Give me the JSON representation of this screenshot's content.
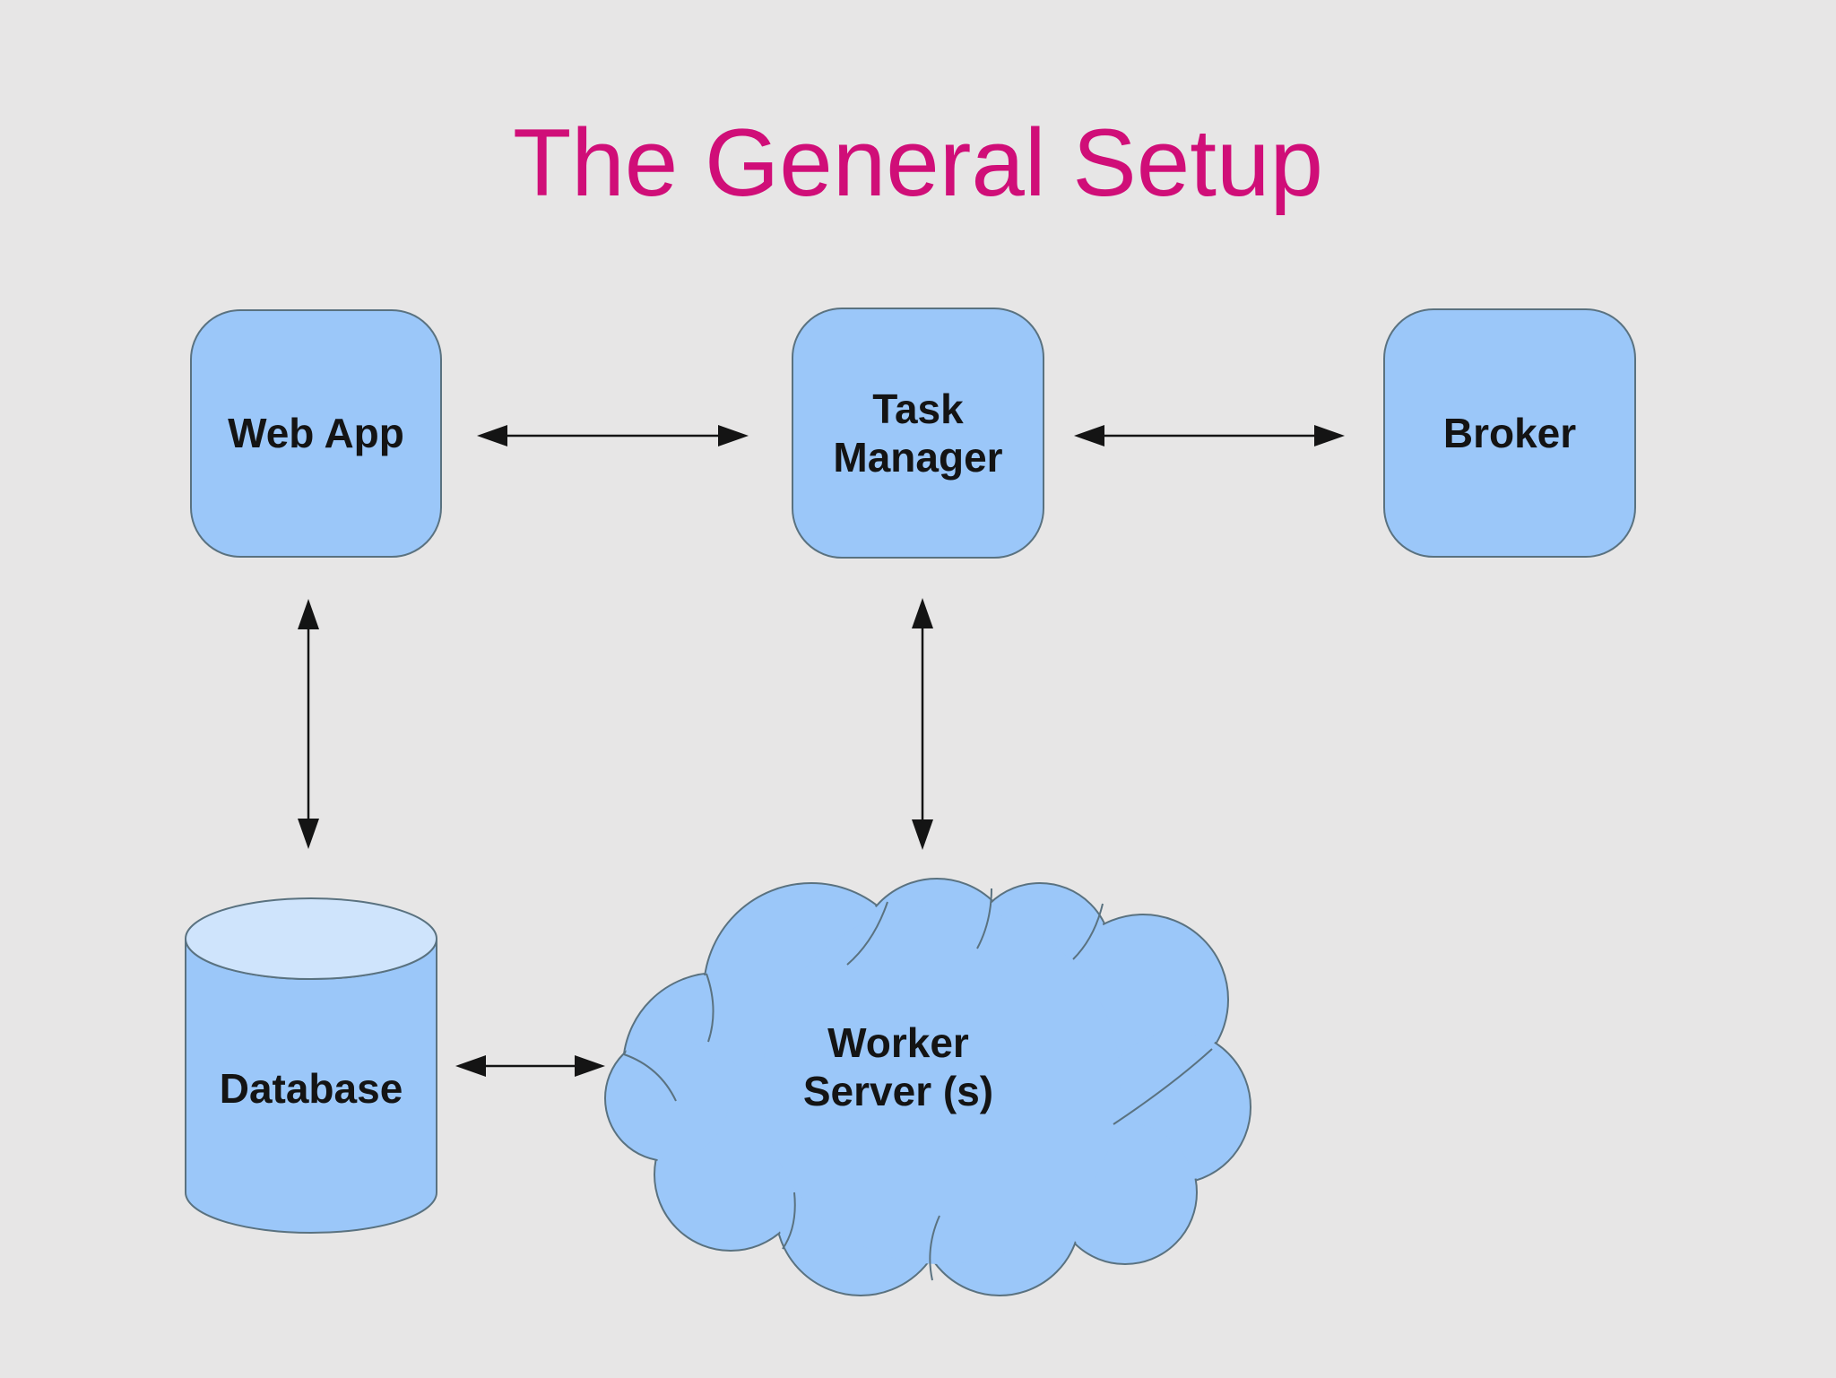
{
  "title": {
    "text": "The General Setup"
  },
  "nodes": [
    {
      "id": "web-app",
      "label": "Web App",
      "shape": "rounded-rect"
    },
    {
      "id": "task-manager",
      "label": "Task Manager",
      "shape": "rounded-rect"
    },
    {
      "id": "broker",
      "label": "Broker",
      "shape": "rounded-rect"
    },
    {
      "id": "database",
      "label": "Database",
      "shape": "cylinder"
    },
    {
      "id": "worker-servers",
      "label": "Worker Server (s)",
      "shape": "cloud"
    }
  ],
  "edges": [
    {
      "from": "web-app",
      "to": "task-manager",
      "direction": "bidirectional",
      "orientation": "horizontal"
    },
    {
      "from": "task-manager",
      "to": "broker",
      "direction": "bidirectional",
      "orientation": "horizontal"
    },
    {
      "from": "web-app",
      "to": "database",
      "direction": "bidirectional",
      "orientation": "vertical"
    },
    {
      "from": "task-manager",
      "to": "worker-servers",
      "direction": "bidirectional",
      "orientation": "vertical"
    },
    {
      "from": "database",
      "to": "worker-servers",
      "direction": "bidirectional",
      "orientation": "horizontal"
    }
  ],
  "colors": {
    "background": "#e7e6e6",
    "node_fill": "#9bc7f9",
    "node_border": "#5a7280",
    "cylinder_top_fill": "#cfe4fc",
    "title_color": "#d00e78",
    "arrow_color": "#141414",
    "label_color": "#141414"
  }
}
